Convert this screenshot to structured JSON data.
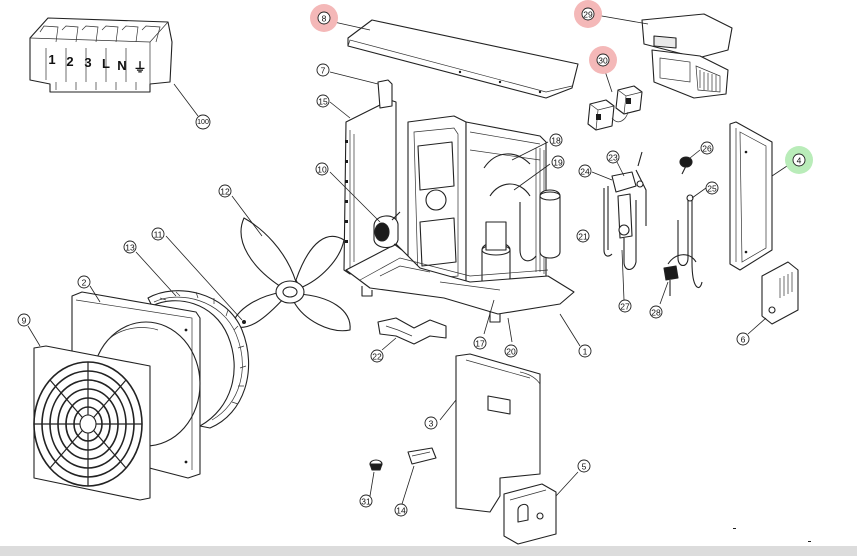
{
  "diagram": {
    "highlight_colors": {
      "red": "#f4b8b8",
      "green": "#b9ecb9"
    },
    "terminal_block": {
      "labels": [
        "1",
        "2",
        "3",
        "L",
        "N",
        "⏚"
      ]
    },
    "callouts": [
      {
        "id": "c8",
        "label": "8",
        "highlight": "red"
      },
      {
        "id": "c29",
        "label": "29",
        "highlight": "red"
      },
      {
        "id": "c30",
        "label": "30",
        "highlight": "red"
      },
      {
        "id": "c4",
        "label": "4",
        "highlight": "green"
      },
      {
        "id": "c100",
        "label": "100",
        "highlight": ""
      },
      {
        "id": "c7",
        "label": "7",
        "highlight": ""
      },
      {
        "id": "c15",
        "label": "15",
        "highlight": ""
      },
      {
        "id": "c10",
        "label": "10",
        "highlight": ""
      },
      {
        "id": "c18",
        "label": "18",
        "highlight": ""
      },
      {
        "id": "c19",
        "label": "19",
        "highlight": ""
      },
      {
        "id": "c12",
        "label": "12",
        "highlight": ""
      },
      {
        "id": "c11",
        "label": "11",
        "highlight": ""
      },
      {
        "id": "c13",
        "label": "13",
        "highlight": ""
      },
      {
        "id": "c2",
        "label": "2",
        "highlight": ""
      },
      {
        "id": "c9",
        "label": "9",
        "highlight": ""
      },
      {
        "id": "c23",
        "label": "23",
        "highlight": ""
      },
      {
        "id": "c24",
        "label": "24",
        "highlight": ""
      },
      {
        "id": "c26",
        "label": "26",
        "highlight": ""
      },
      {
        "id": "c25",
        "label": "25",
        "highlight": ""
      },
      {
        "id": "c21",
        "label": "21",
        "highlight": ""
      },
      {
        "id": "c27",
        "label": "27",
        "highlight": ""
      },
      {
        "id": "c28",
        "label": "28",
        "highlight": ""
      },
      {
        "id": "c6",
        "label": "6",
        "highlight": ""
      },
      {
        "id": "c17",
        "label": "17",
        "highlight": ""
      },
      {
        "id": "c20",
        "label": "20",
        "highlight": ""
      },
      {
        "id": "c1",
        "label": "1",
        "highlight": ""
      },
      {
        "id": "c22",
        "label": "22",
        "highlight": ""
      },
      {
        "id": "c3",
        "label": "3",
        "highlight": ""
      },
      {
        "id": "c31",
        "label": "31",
        "highlight": ""
      },
      {
        "id": "c14",
        "label": "14",
        "highlight": ""
      },
      {
        "id": "c5",
        "label": "5",
        "highlight": ""
      }
    ]
  }
}
